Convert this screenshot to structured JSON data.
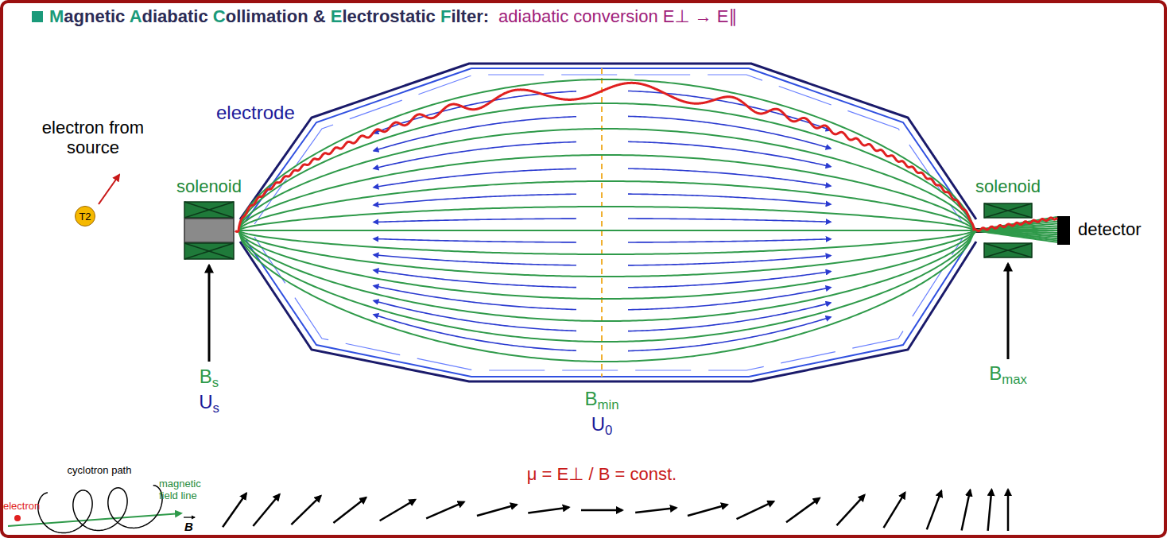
{
  "diagram": {
    "title": "Magnetic Adiabatic Collimation & Electrostatic Filter:",
    "nodes": [
      {
        "text": [
          "T2"
        ]
      }
    ],
    "labels": [
      "adiabatic conversion E⊥ → E∥",
      "electron from source",
      "electrode",
      "solenoid",
      "solenoid",
      "detector",
      "Bs",
      "Us",
      "Bmin",
      "U0",
      "Bmax",
      "cyclotron path",
      "electron",
      "magnetic field line",
      "B",
      "μ = E⊥ / B = const."
    ]
  }
}
